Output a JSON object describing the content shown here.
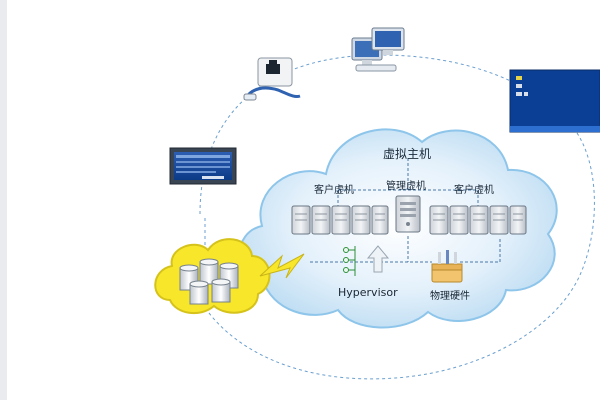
{
  "diagram": {
    "labels": {
      "virtual_host": "虚拟主机",
      "client_vm_left": "客户虚机",
      "management_vm": "管理虚机",
      "client_vm_right": "客户虚机",
      "hypervisor": "Hypervisor",
      "physical_hardware": "物理硬件"
    },
    "icons": {
      "desktop": "desktop-computers-icon",
      "router": "network-router-icon",
      "monitor_left": "monitor-panel-icon",
      "monitor_right": "application-window-icon",
      "storage": "storage-cluster-icon",
      "lightning": "lightning-bolt-icon",
      "server": "management-server-icon",
      "upload": "upload-arrow-icon",
      "toolbox": "toolbox-icon",
      "connector": "connector-tree-icon"
    },
    "colors": {
      "cloud_fill": "#cfe6f6",
      "cloud_border": "#8ec5ea",
      "dashed_line": "#6a9fcf",
      "storage_cloud": "#f7e62a",
      "screen_blue": "#0b3f95"
    }
  }
}
